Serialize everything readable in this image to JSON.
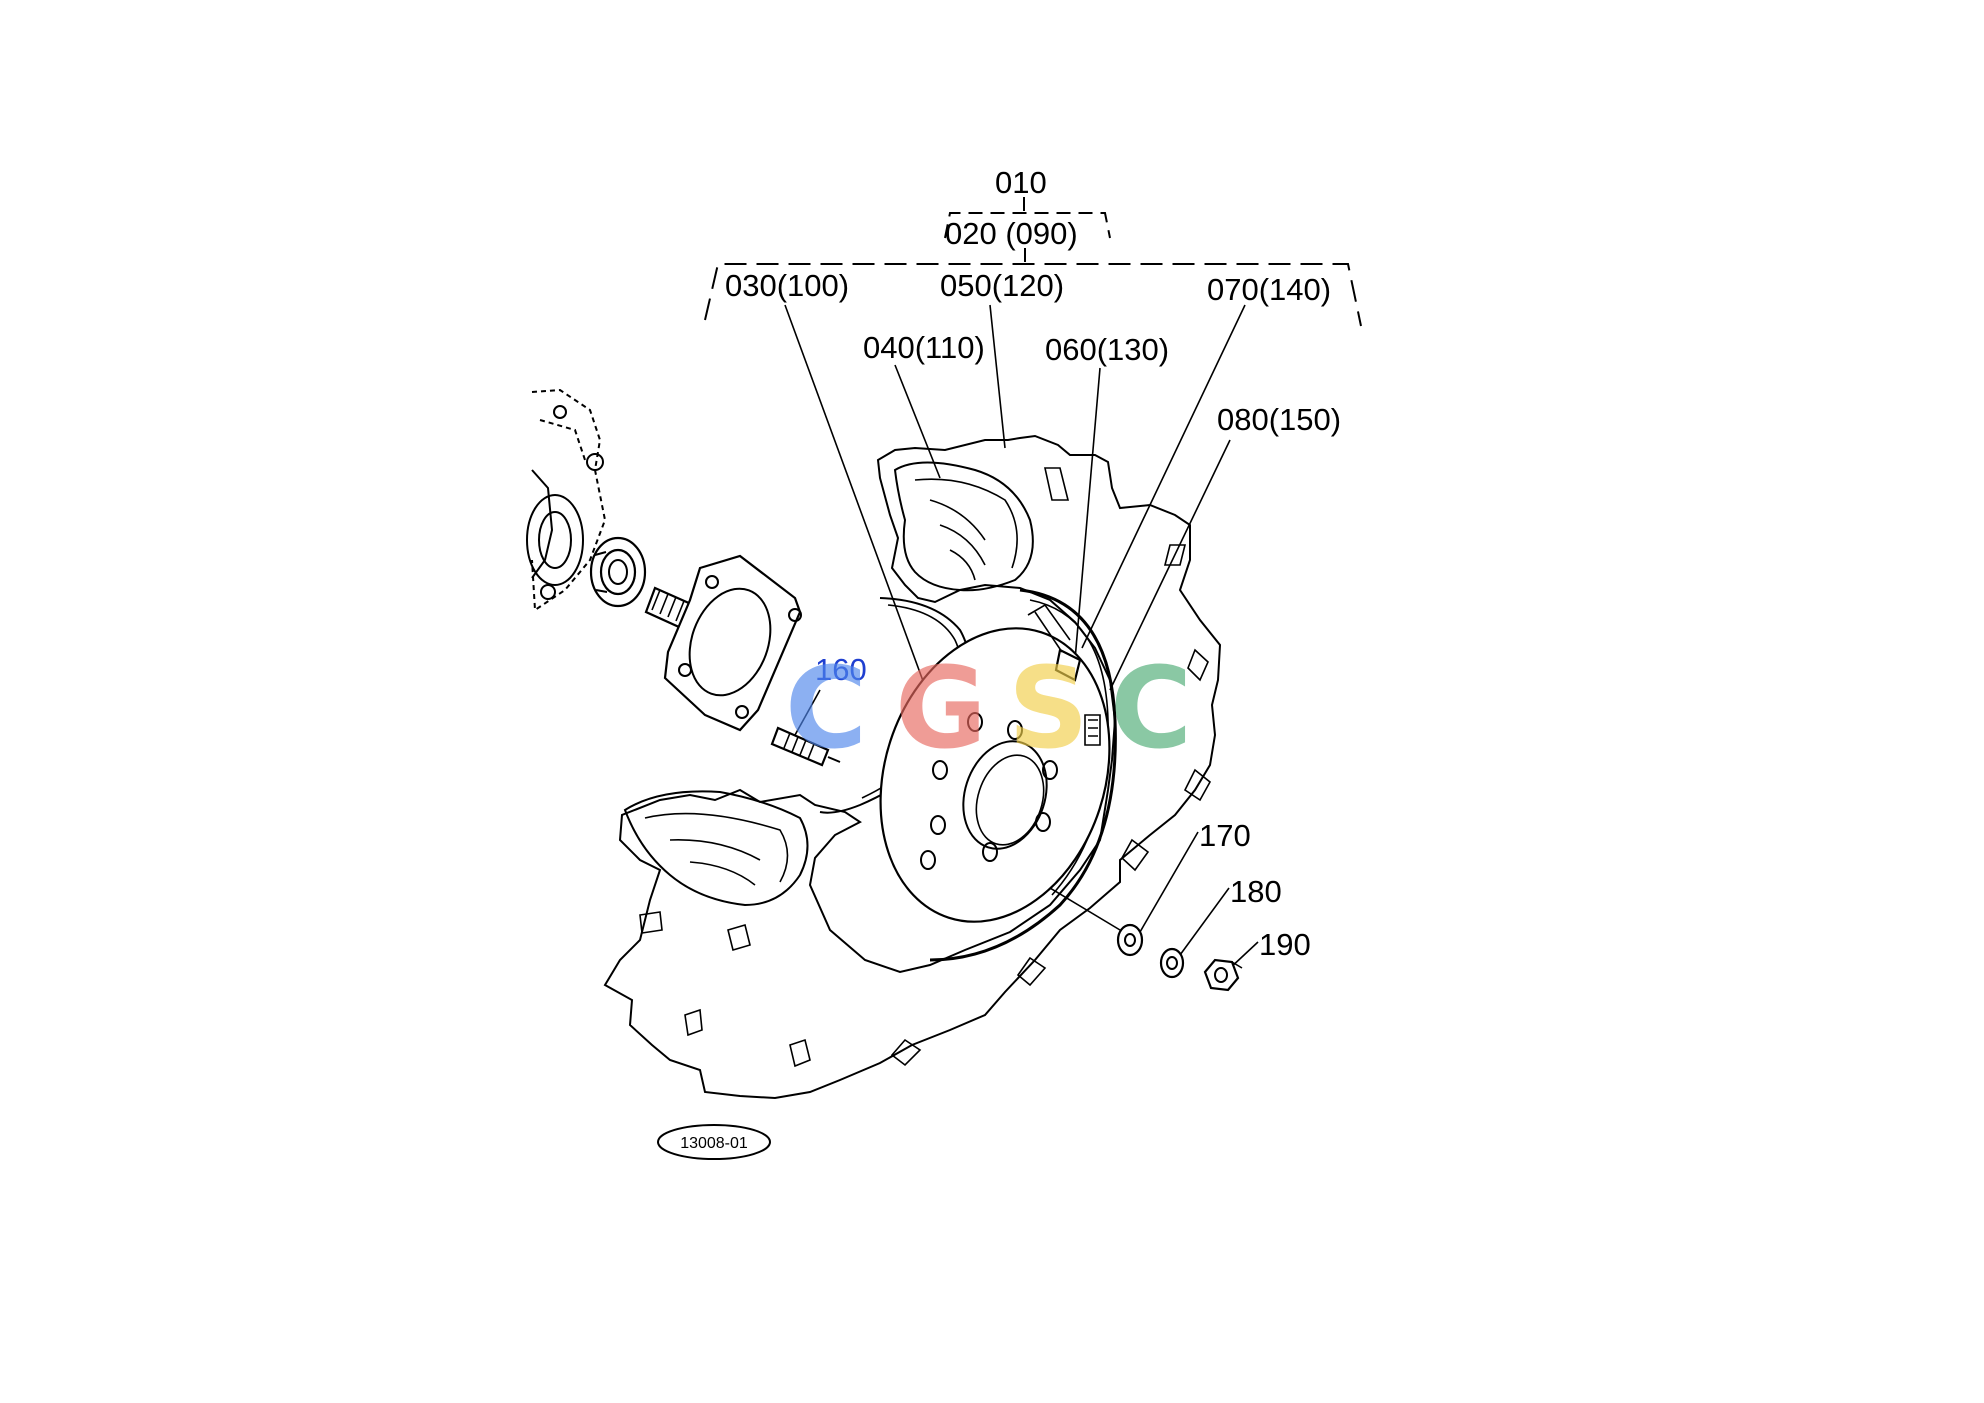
{
  "callouts": {
    "c010": "010",
    "c020": "020 (090)",
    "c030": "030(100)",
    "c040": "040(110)",
    "c050": "050(120)",
    "c060": "060(130)",
    "c070": "070(140)",
    "c080": "080(150)",
    "c160": "160",
    "c170": "170",
    "c180": "180",
    "c190": "190"
  },
  "drawing_code": "13008-01",
  "watermark": {
    "letters": [
      "C",
      "G",
      "S",
      "C"
    ],
    "colors": [
      "#4f86ec",
      "#e8685f",
      "#f2cf4a",
      "#4dab75"
    ]
  },
  "colors": {
    "line": "#000000",
    "label_160": "#1f3fd0",
    "background": "#ffffff"
  }
}
